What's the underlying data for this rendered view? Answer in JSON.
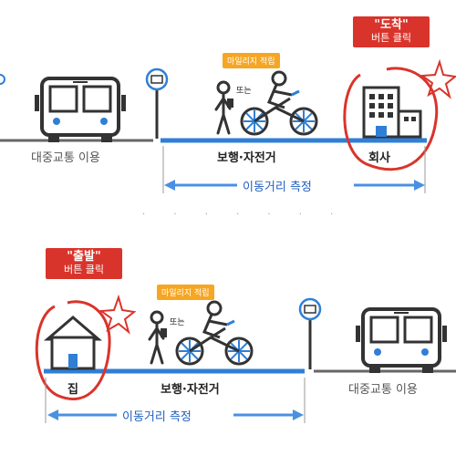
{
  "top": {
    "transit_label": "대중교통 이용",
    "walk_bike_label": "보행·자전거",
    "destination_label": "회사",
    "measure_label": "이동거리 측정",
    "mileage_badge": "마일리지 적립",
    "or_label": "또는",
    "button_name": "\"도착\"",
    "button_action": "버튼 클릭"
  },
  "bottom": {
    "transit_label": "대중교통 이용",
    "walk_bike_label": "보행·자전거",
    "origin_label": "집",
    "measure_label": "이동거리 측정",
    "mileage_badge": "마일리지 적립",
    "or_label": "또는",
    "button_name": "\"출발\"",
    "button_action": "버튼 클릭"
  },
  "colors": {
    "road_blue": "#2f7fd6",
    "arrow_blue": "#4a90e2",
    "accent_red": "#d9342b",
    "badge_orange": "#f6a623"
  }
}
